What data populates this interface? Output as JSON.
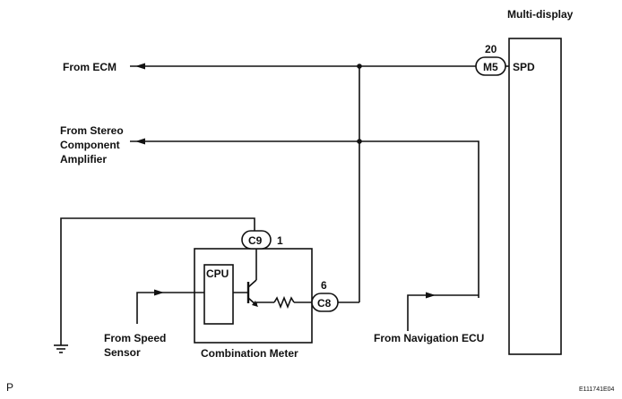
{
  "labels": {
    "multi_display": "Multi-display",
    "from_ecm": "From ECM",
    "from_stereo_1": "From Stereo",
    "from_stereo_2": "Component",
    "from_stereo_3": "Amplifier",
    "from_speed_1": "From Speed",
    "from_speed_2": "Sensor",
    "combination_meter": "Combination Meter",
    "from_navigation": "From Navigation ECU",
    "cpu": "CPU",
    "spd": "SPD",
    "corner_left": "P",
    "corner_right": "E111741E04"
  },
  "connectors": {
    "m5": {
      "name": "M5",
      "pin": "20"
    },
    "c9": {
      "name": "C9",
      "pin": "1"
    },
    "c8": {
      "name": "C8",
      "pin": "6"
    }
  }
}
